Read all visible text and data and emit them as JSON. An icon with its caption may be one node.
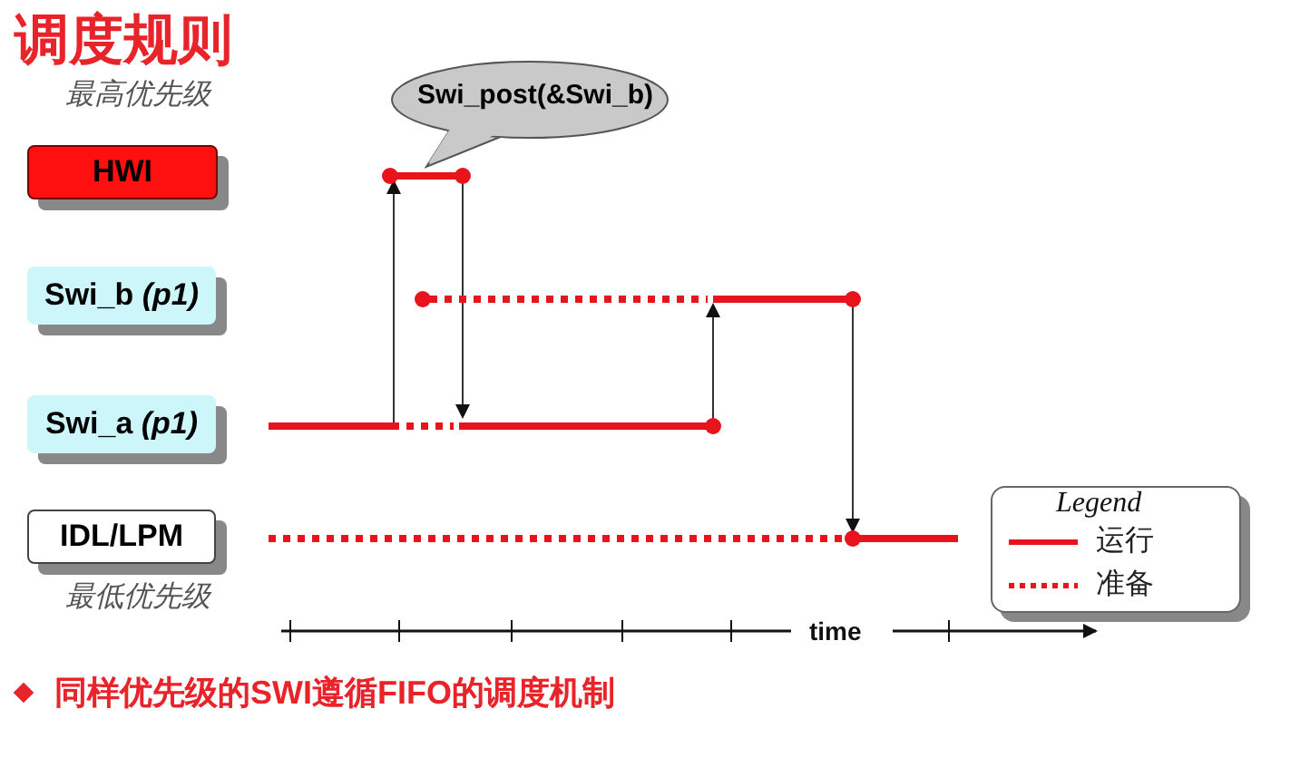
{
  "diagram": {
    "title": "调度规则",
    "nodes": [
      {
        "text": [
          "HWI"
        ]
      },
      {
        "text": [
          "Swi_b *(p1)*"
        ]
      },
      {
        "text": [
          "Swi_a *(p1)*"
        ]
      },
      {
        "text": [
          "IDL/LPM"
        ]
      },
      {
        "text": [
          "Swi_post(&Swi_b)"
        ]
      }
    ],
    "edges": [],
    "labels": [
      "最高优先级",
      "最低优先级",
      "Legend",
      "time",
      "同样优先级的SWI遵循FIFO的调度机制"
    ],
    "legend": [
      {
        "text": "运行"
      },
      {
        "text": "准备"
      }
    ]
  }
}
